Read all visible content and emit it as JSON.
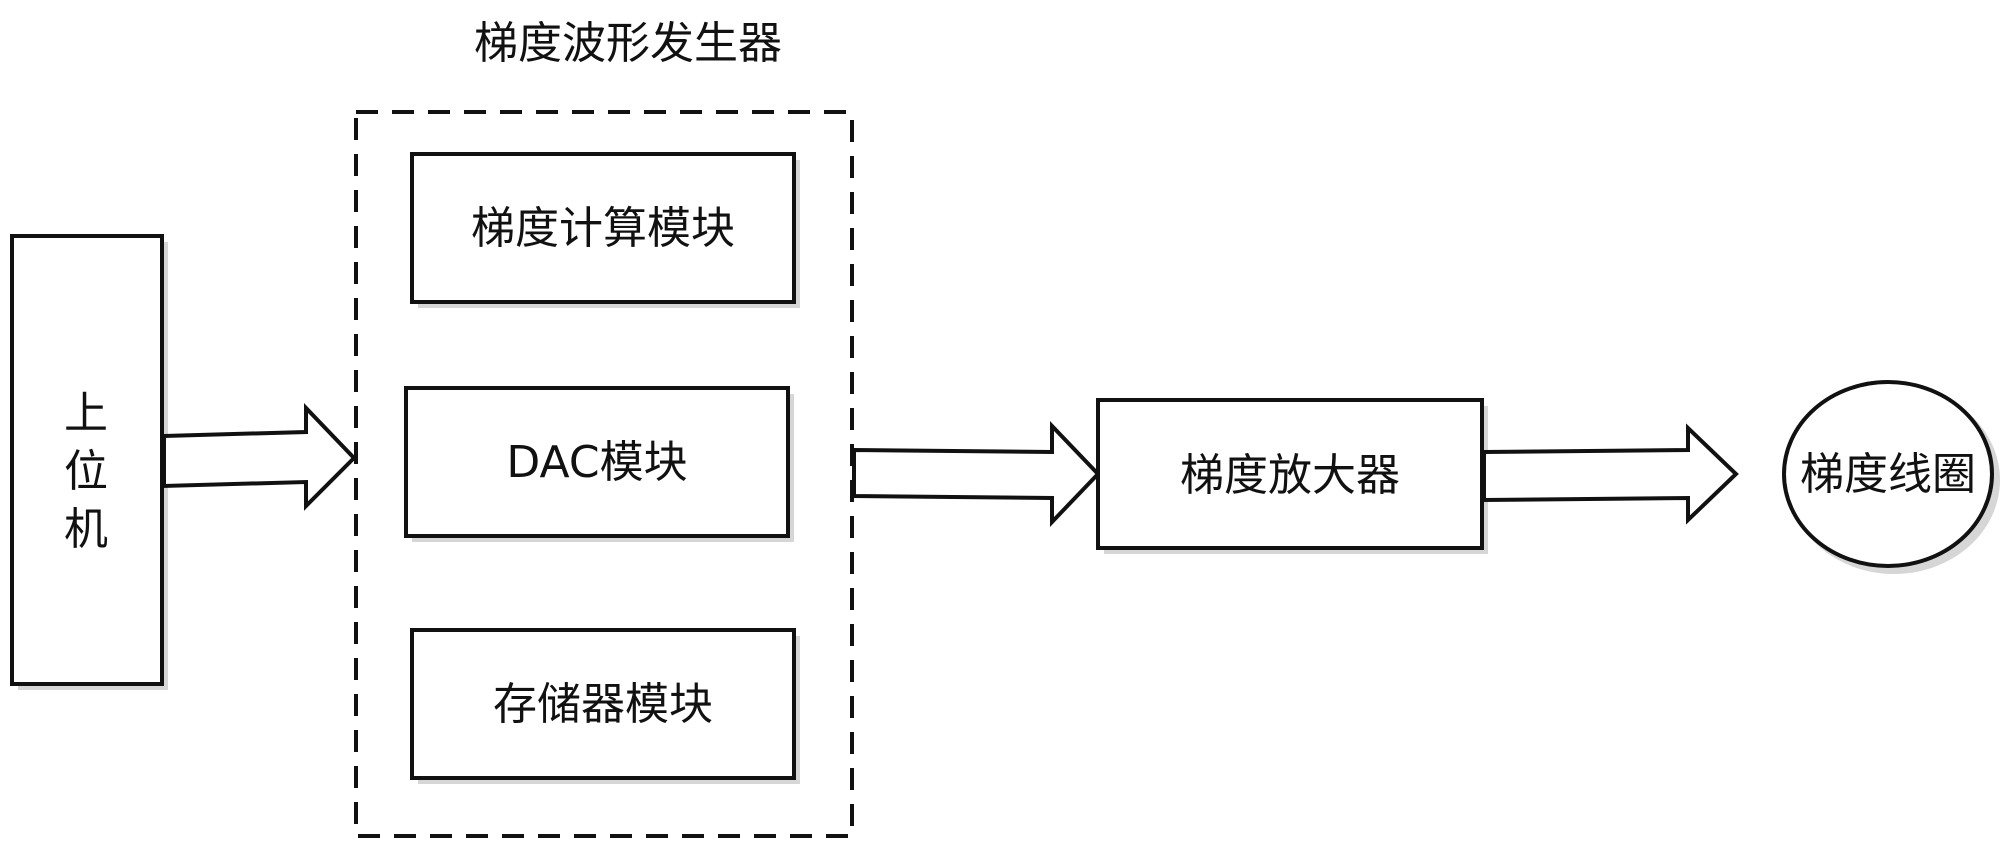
{
  "diagram": {
    "group_title": "梯度波形发生器",
    "host": [
      "上",
      "位",
      "机"
    ],
    "modules": {
      "gradient_calc": "梯度计算模块",
      "dac": "DAC模块",
      "storage": "存储器模块"
    },
    "amplifier": "梯度放大器",
    "coil": "梯度线圈",
    "colors": {
      "stroke": "#111111",
      "fill": "#ffffff",
      "shadow": "#d6d6d6"
    }
  }
}
